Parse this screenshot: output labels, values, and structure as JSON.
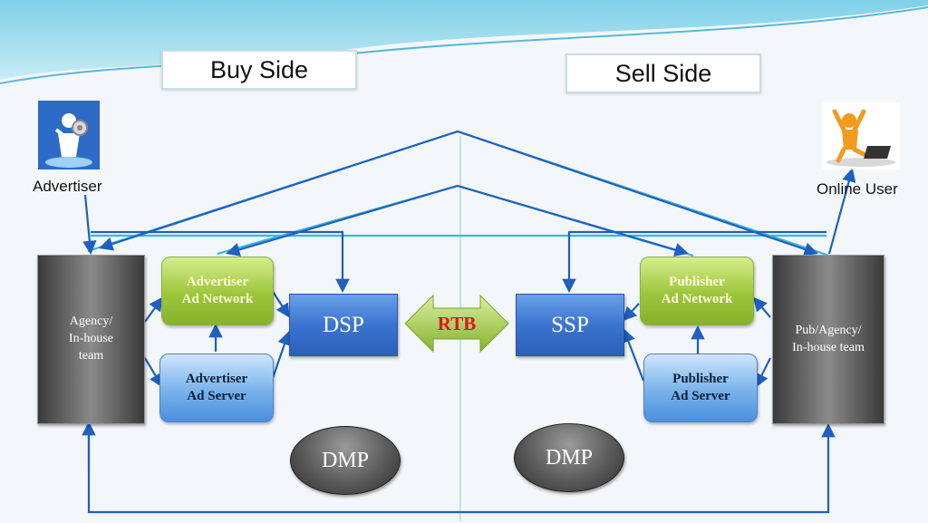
{
  "header": {
    "buy_side": "Buy Side",
    "sell_side": "Sell Side"
  },
  "actors": {
    "advertiser": "Advertiser",
    "online_user": "Online User"
  },
  "buy": {
    "team": [
      "Agency/",
      "In-house",
      "team"
    ],
    "ad_network": [
      "Advertiser",
      "Ad Network"
    ],
    "ad_server": [
      "Advertiser",
      "Ad Server"
    ],
    "platform": "DSP",
    "dmp": "DMP"
  },
  "exchange": {
    "label": "RTB"
  },
  "sell": {
    "team": [
      "Pub/Agency/",
      "In-house team"
    ],
    "ad_network": [
      "Publisher",
      "Ad Network"
    ],
    "ad_server": [
      "Publisher",
      "Ad Server"
    ],
    "platform": "SSP",
    "dmp": "DMP"
  },
  "icons": {
    "advertiser": "person-with-gear-icon",
    "online_user": "person-at-laptop-icon"
  },
  "colors": {
    "arrow": "#1f5fbf",
    "cyan_line": "#3ab7d8",
    "rtb_text": "#e0141e",
    "rtb_arrow": "#9cc63a"
  }
}
